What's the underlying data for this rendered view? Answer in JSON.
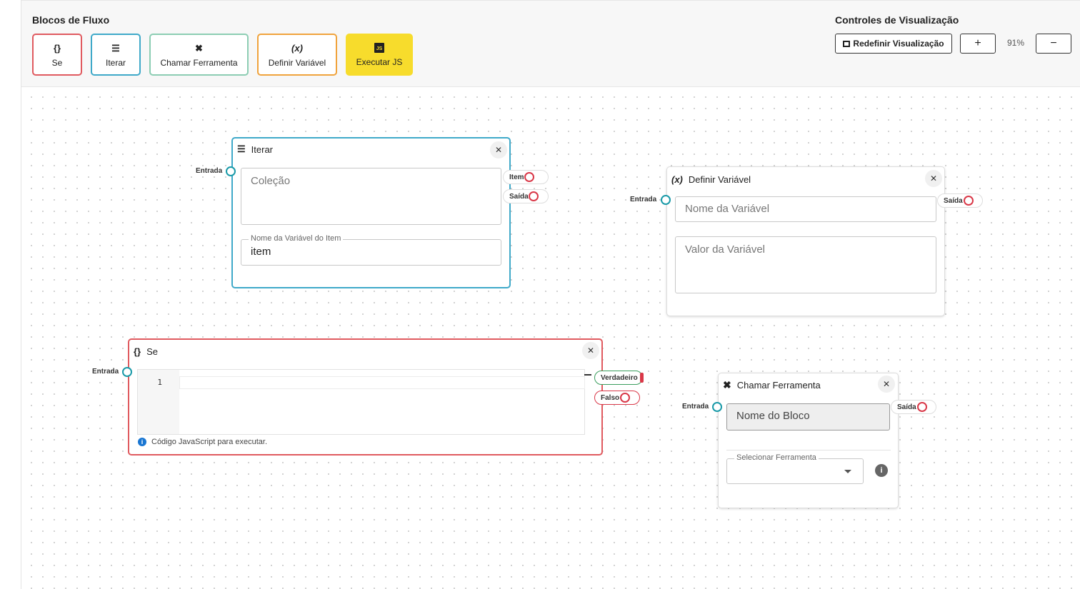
{
  "toolbar": {
    "blocks_title": "Blocos de Fluxo",
    "view_title": "Controles de Visualização",
    "blocks": [
      {
        "label": "Se",
        "icon": "{}"
      },
      {
        "label": "Iterar",
        "icon": "☰"
      },
      {
        "label": "Chamar Ferramenta",
        "icon": "✖"
      },
      {
        "label": "Definir Variável",
        "icon": "(x)"
      },
      {
        "label": "Executar JS",
        "icon": "JS"
      }
    ],
    "reset_label": "Redefinir Visualização",
    "zoom_in": "+",
    "zoom_level": "91%",
    "zoom_out": "−"
  },
  "colors": {
    "se": "#e05a5f",
    "iterar": "#3fa9c9",
    "chamar": "#8ccdb3",
    "definir": "#f0a33c",
    "executar": "#f7dc2c",
    "port_in": "#1a9aa8",
    "port_out": "#d93848"
  },
  "nodes": {
    "iterar": {
      "title": "Iterar",
      "input_label": "Entrada",
      "collection_placeholder": "Coleção",
      "item_var_legend": "Nome da Variável do Item",
      "item_var_value": "item",
      "out_item": "Item",
      "out_saida": "Saída"
    },
    "definir": {
      "title": "Definir Variável",
      "input_label": "Entrada",
      "name_placeholder": "Nome da Variável",
      "value_placeholder": "Valor da Variável",
      "out_saida": "Saída"
    },
    "se": {
      "title": "Se",
      "input_label": "Entrada",
      "line_number": "1",
      "hint": "Código JavaScript para executar.",
      "out_true": "Verdadeiro",
      "out_false": "Falso"
    },
    "chamar": {
      "title": "Chamar Ferramenta",
      "input_label": "Entrada",
      "block_name_placeholder": "Nome do Bloco",
      "select_legend": "Selecionar Ferramenta",
      "out_saida": "Saída"
    }
  }
}
